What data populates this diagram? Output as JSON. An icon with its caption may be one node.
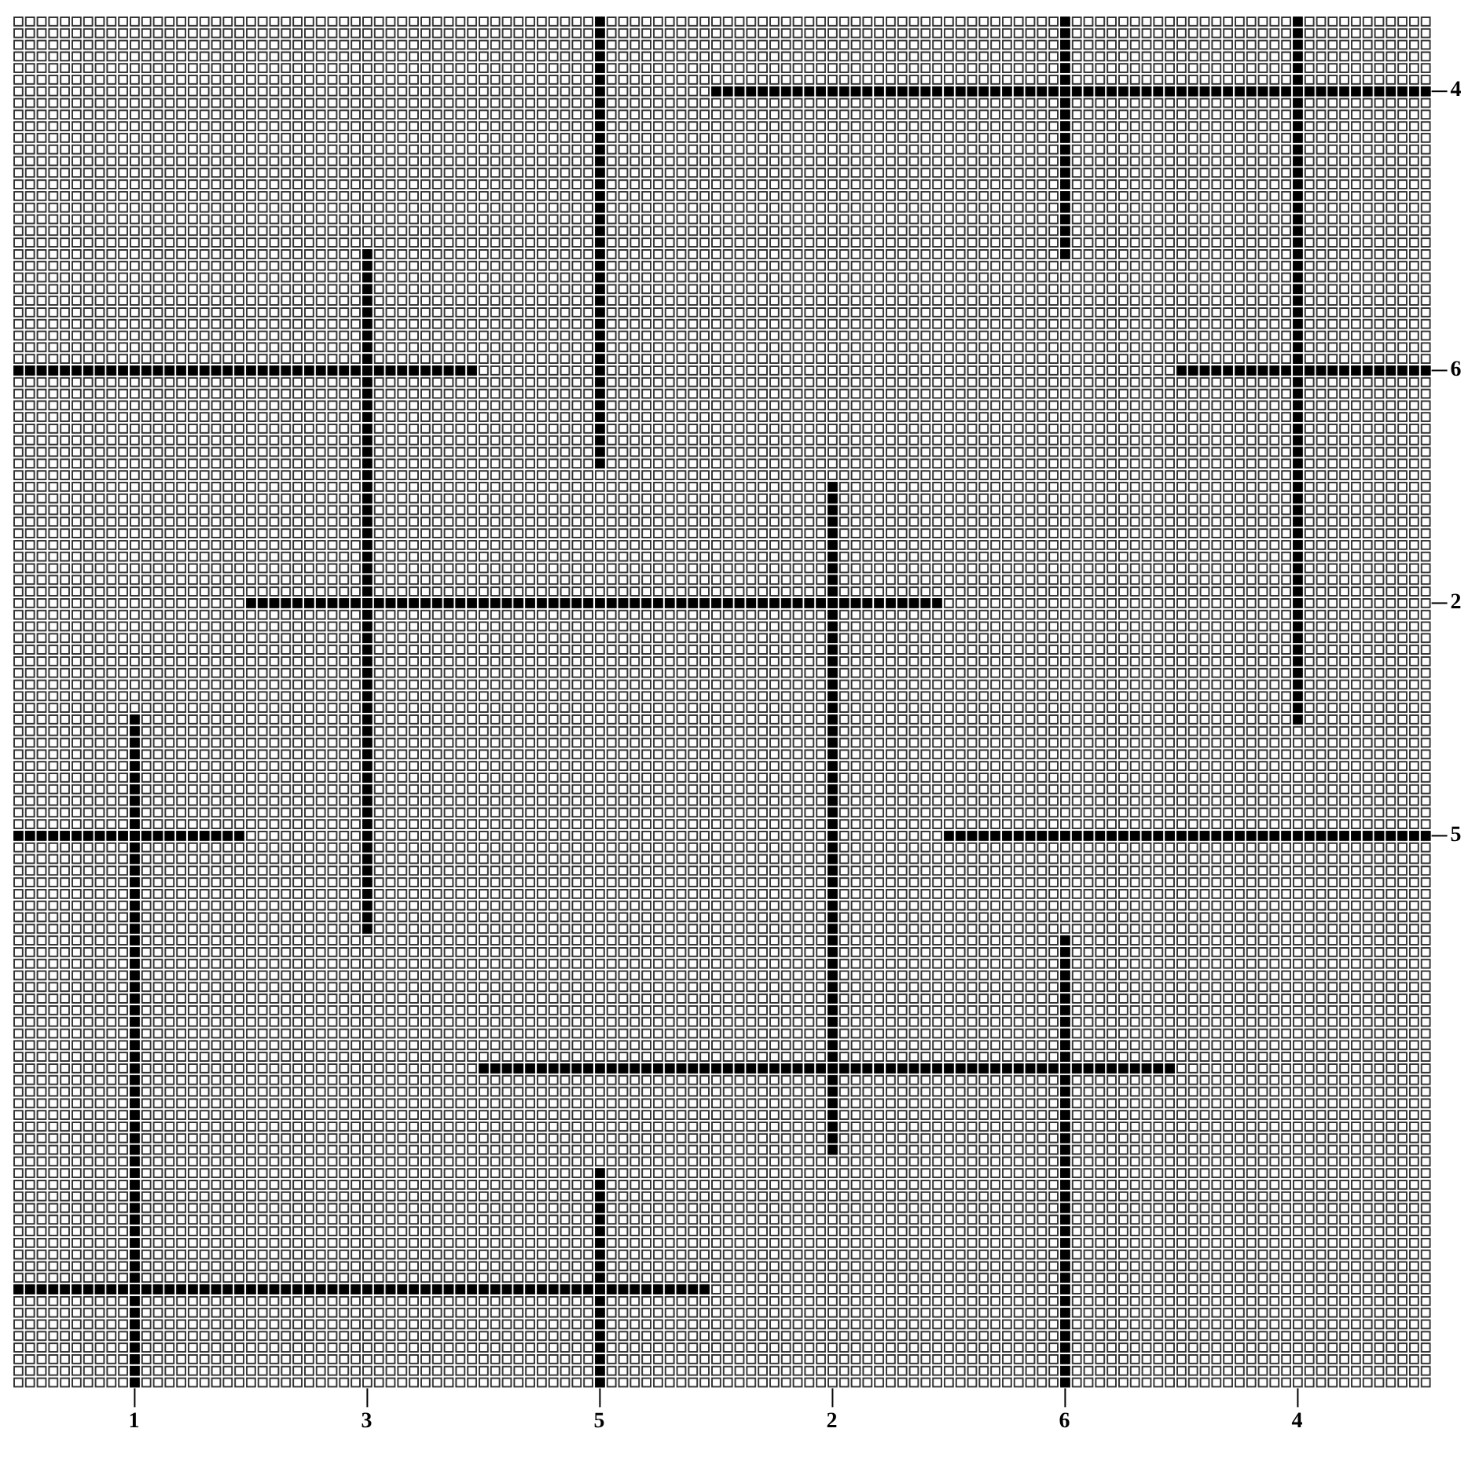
{
  "diagram": {
    "labels": [
      "4",
      "6",
      "2",
      "5",
      "1",
      "3",
      "5",
      "2",
      "6",
      "4"
    ]
  }
}
